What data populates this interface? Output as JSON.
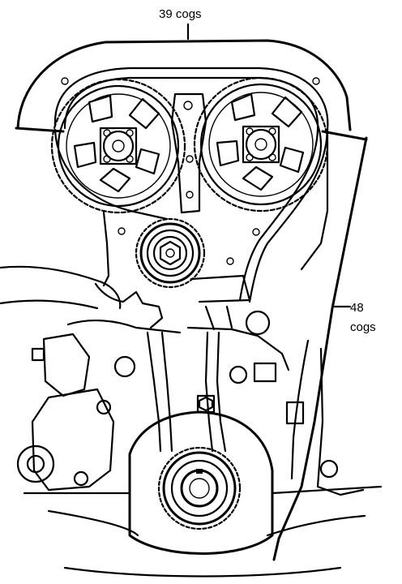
{
  "labels": {
    "top_belt_cogs": "39 cogs",
    "lower_belt_count": "48",
    "lower_belt_unit": "cogs"
  },
  "colors": {
    "ink": "#000000",
    "paper": "#ffffff"
  },
  "icons": {
    "camshaft_sprocket": "gear-icon",
    "crankshaft_sprocket": "gear-icon",
    "tensioner": "pulley-icon"
  }
}
